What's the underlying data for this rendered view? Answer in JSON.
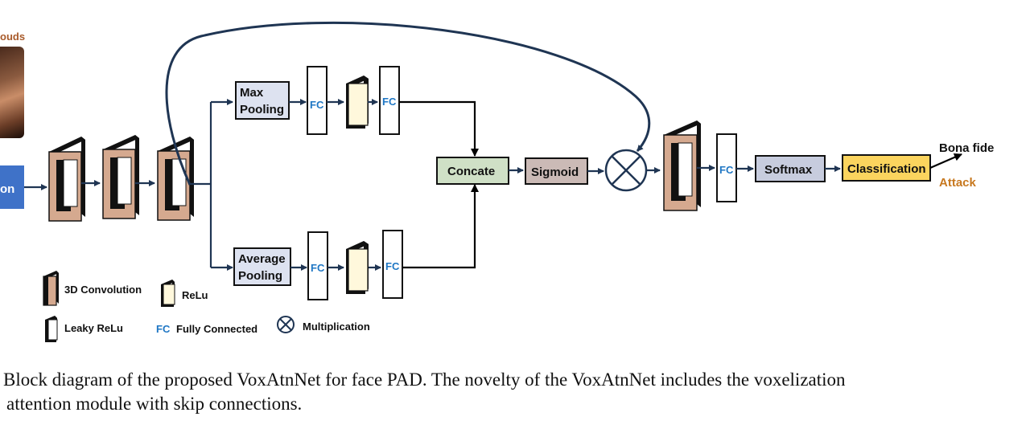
{
  "diagram": {
    "input_partial_label": "ouds",
    "input_block_partial_label": "on",
    "max_pooling_label": [
      "Max",
      "Pooling"
    ],
    "average_pooling_label": [
      "Average",
      "Pooling"
    ],
    "fc_label": "FC",
    "concate_label": "Concate",
    "sigmoid_label": "Sigmoid",
    "softmax_label": "Softmax",
    "classification_label": "Classification",
    "output_bona_fide": "Bona fide",
    "output_attack": "Attack",
    "legend": {
      "conv3d": "3D Convolution",
      "relu": "ReLu",
      "leaky_relu": "Leaky ReLu",
      "fc_abbrev": "FC",
      "fc_full": "Fully Connected",
      "multiplication": "Multiplication"
    },
    "colors": {
      "conv_fill": "#d5a98f",
      "input_block": "#3f72c8",
      "concate_fill": "#cfe0c6",
      "sigmoid_fill": "#cbbab6",
      "softmax_fill": "#c7ccde",
      "classification_fill": "#fbd45e",
      "pooling_fill": "#dde2f0",
      "arrow": "#1f3553",
      "fc_text": "#1f77c4",
      "attack_text": "#c7781f",
      "input_title_text": "#a85a2a"
    }
  },
  "caption": {
    "line1": "Block diagram of the proposed VoxAtnNet for face PAD. The novelty of the VoxAtnNet includes the voxelization",
    "line2": "attention module with skip connections."
  }
}
